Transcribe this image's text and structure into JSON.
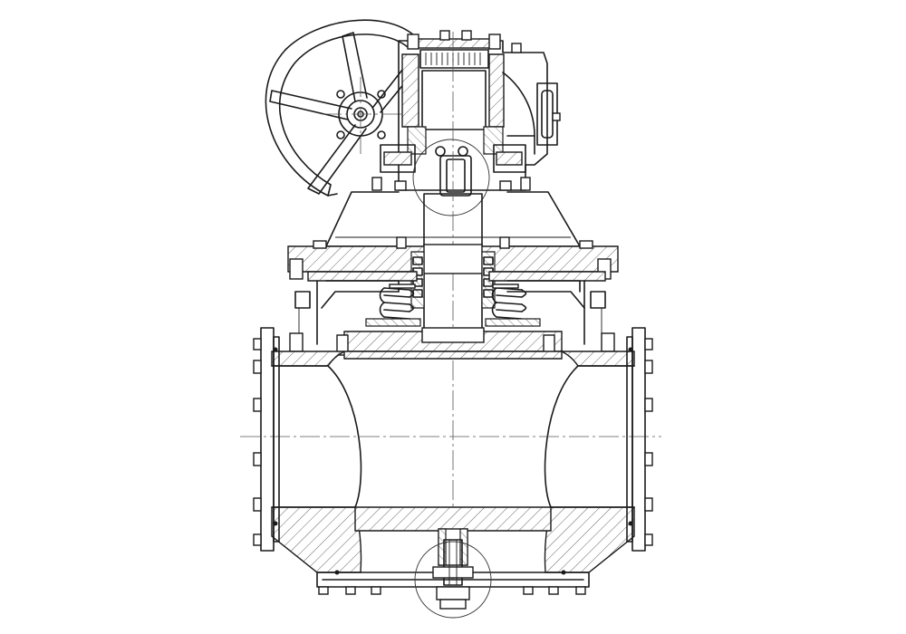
{
  "drawing": {
    "subject": "plug-valve-with-gear-operator",
    "view": "sectional-elevation",
    "line_color": "#1a1a1a",
    "background": "#ffffff",
    "hatching": "diagonal-45"
  }
}
